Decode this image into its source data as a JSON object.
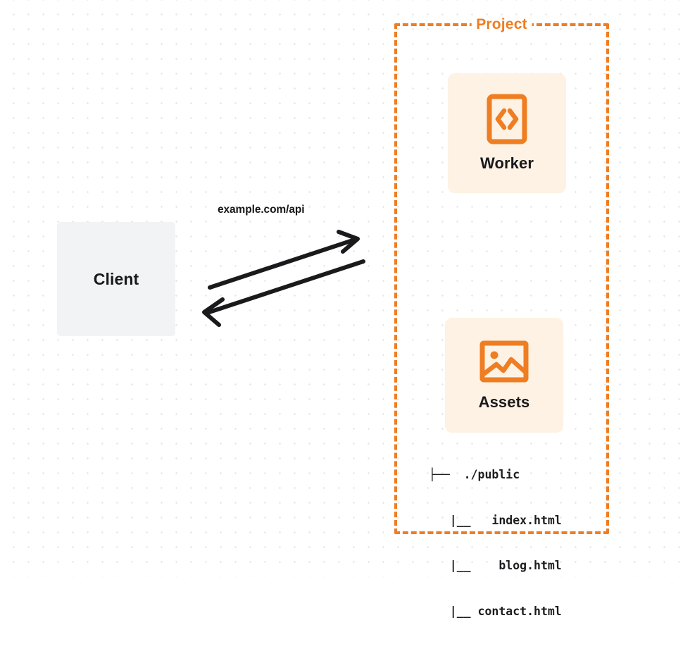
{
  "diagram": {
    "type": "architecture-flow",
    "background": {
      "style": "dot-grid",
      "dot_color": "#e9e9ec",
      "page_color": "#ffffff"
    },
    "colors": {
      "accent": "#ef7d22",
      "card_fill": "#fdf2e4",
      "client_fill": "#f2f3f5",
      "text": "#19191c"
    },
    "client": {
      "label": "Client"
    },
    "connection": {
      "label": "example.com/api",
      "direction": "bidirectional",
      "arrow_color": "#1a1a1d"
    },
    "project": {
      "title": "Project",
      "border_style": "dashed",
      "nodes": [
        {
          "id": "worker",
          "label": "Worker",
          "icon": "code-brackets-icon"
        },
        {
          "id": "assets",
          "label": "Assets",
          "icon": "image-picture-icon"
        }
      ],
      "file_tree": {
        "rows": [
          {
            "branch": "├──",
            "name": "./public"
          },
          {
            "branch": "   |__",
            "name": "index.html"
          },
          {
            "branch": "   |__",
            "name": "blog.html"
          },
          {
            "branch": "   |__",
            "name": "contact.html"
          }
        ],
        "lines": [
          "├──  ./public",
          "   |__   index.html",
          "   |__    blog.html",
          "   |__ contact.html"
        ]
      }
    }
  }
}
